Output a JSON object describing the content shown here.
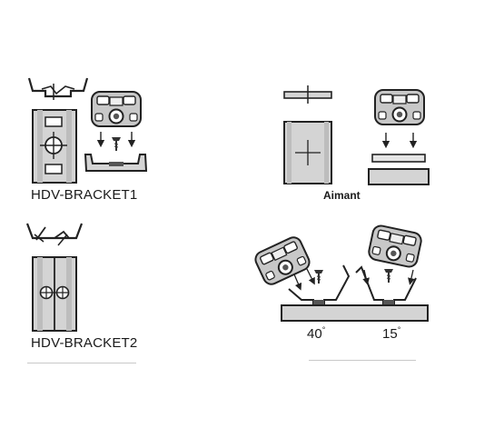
{
  "labels": {
    "bracket1": "HDV-BRACKET1",
    "bracket2": "HDV-BRACKET2",
    "magnet": "Aimant",
    "angle_left": "40",
    "angle_right": "15",
    "degree_mark": "°"
  },
  "colors": {
    "stroke": "#222222",
    "plate_fill": "#d4d4d4",
    "camera_fill": "#c8c8c8",
    "divider": "#c9c9c9"
  },
  "icons": [
    "camera-icon",
    "screw-icon",
    "arrow-down-icon",
    "bracket-icon",
    "magnet-icon"
  ]
}
